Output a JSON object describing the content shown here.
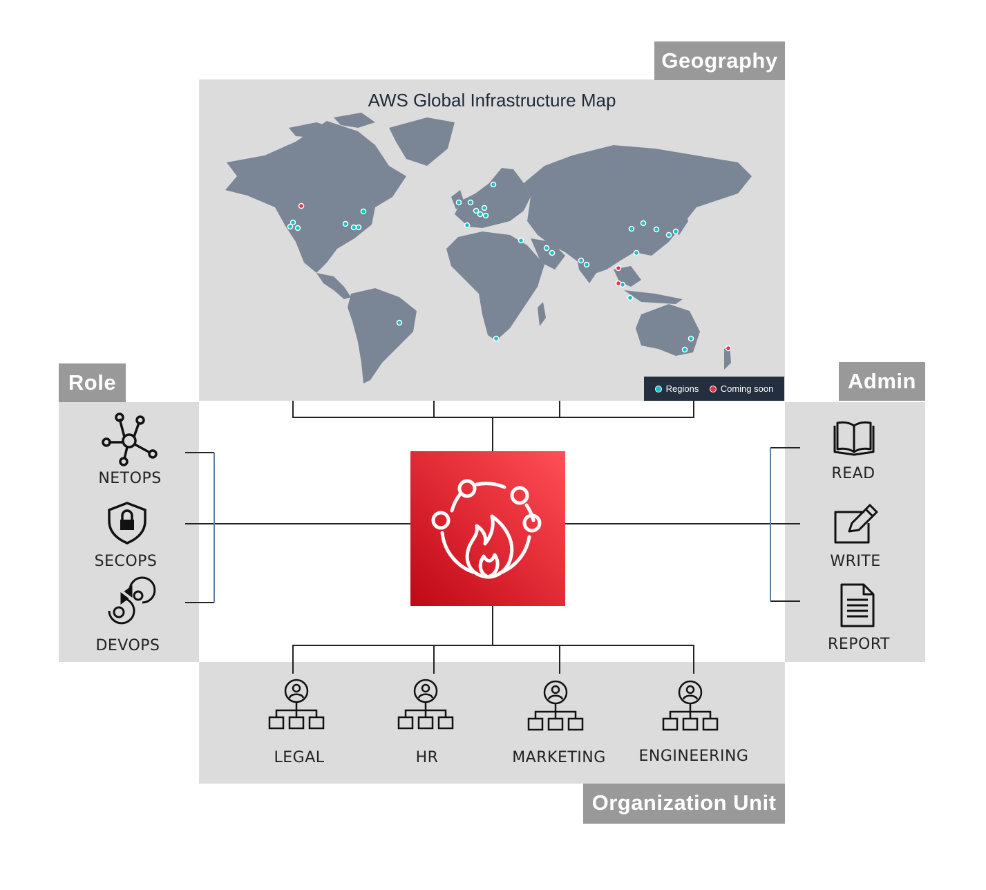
{
  "tags": {
    "geography": "Geography",
    "role": "Role",
    "admin": "Admin",
    "organization_unit": "Organization Unit"
  },
  "map": {
    "title": "AWS Global Infrastructure Map",
    "legend": {
      "regions": "Regions",
      "coming_soon": "Coming soon"
    },
    "colors": {
      "land": "#7a8696",
      "region": "#16c2c9",
      "coming_soon": "#e8304c",
      "legend_bg": "#232f3e"
    }
  },
  "roles": [
    {
      "label": "NETOPS",
      "icon": "network-hub-icon"
    },
    {
      "label": "SECOPS",
      "icon": "security-shield-icon"
    },
    {
      "label": "DEVOPS",
      "icon": "devops-gears-icon"
    }
  ],
  "admin": [
    {
      "label": "READ",
      "icon": "open-book-icon"
    },
    {
      "label": "WRITE",
      "icon": "pencil-edit-icon"
    },
    {
      "label": "REPORT",
      "icon": "document-report-icon"
    }
  ],
  "org_units": [
    {
      "label": "LEGAL",
      "icon": "org-chart-icon"
    },
    {
      "label": "HR",
      "icon": "org-chart-icon"
    },
    {
      "label": "MARKETING",
      "icon": "org-chart-icon"
    },
    {
      "label": "ENGINEERING",
      "icon": "org-chart-icon"
    }
  ],
  "center": {
    "icon": "aws-firewall-manager-icon",
    "color": "#dd2a35"
  }
}
